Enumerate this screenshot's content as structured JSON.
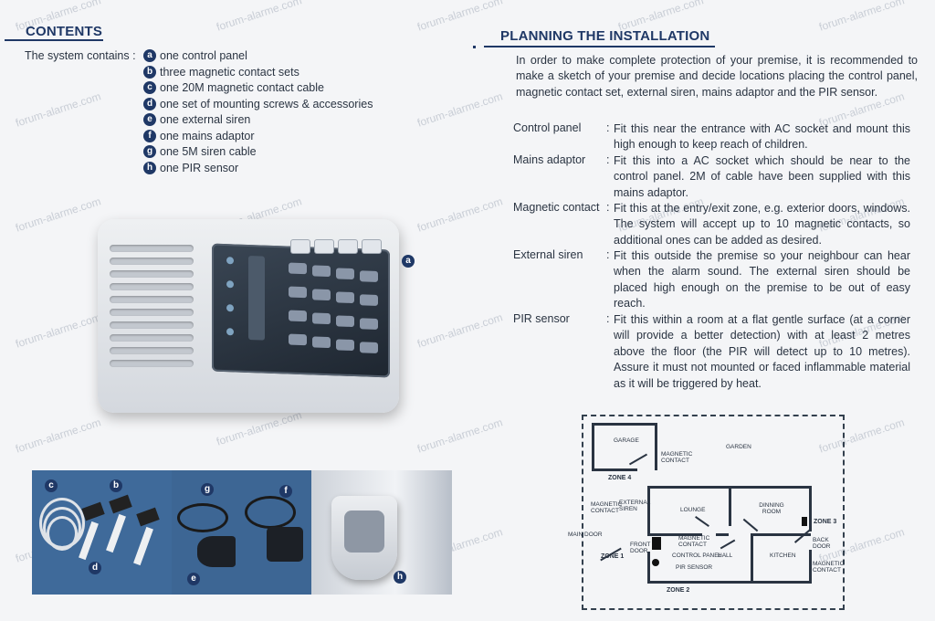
{
  "watermark": "forum-alarme.com",
  "contents": {
    "heading": "CONTENTS",
    "label": "The system contains :",
    "items": [
      {
        "letter": "a",
        "text": "one control panel"
      },
      {
        "letter": "b",
        "text": "three magnetic contact sets"
      },
      {
        "letter": "c",
        "text": "one 20M magnetic contact cable"
      },
      {
        "letter": "d",
        "text": "one set of mounting screws & accessories"
      },
      {
        "letter": "e",
        "text": "one external siren"
      },
      {
        "letter": "f",
        "text": "one mains adaptor"
      },
      {
        "letter": "g",
        "text": "one 5M siren cable"
      },
      {
        "letter": "h",
        "text": "one PIR sensor"
      }
    ],
    "panel_callout": "a",
    "photo_callouts": [
      "c",
      "b",
      "d",
      "g",
      "f",
      "e",
      "h"
    ]
  },
  "planning": {
    "heading": "PLANNING THE INSTALLATION",
    "intro": "In order to make complete protection of your premise, it is recommended to make a sketch of your premise and decide locations placing the control panel, magnetic contact set, external siren, mains adaptor and the PIR sensor.",
    "entries": [
      {
        "term": "Control panel",
        "text": "Fit this near the entrance with AC socket and mount this high enough to keep reach of children."
      },
      {
        "term": "Mains adaptor",
        "text": "Fit this into a AC socket which should be near to the control panel. 2M of cable have been supplied with this mains adaptor."
      },
      {
        "term": "Magnetic contact",
        "text": "Fit this at the entry/exit zone, e.g. exterior doors, windows. The system will accept up to 10 magnetic contacts, so additional ones can be added as desired."
      },
      {
        "term": "External siren",
        "text": "Fit this outside the premise so your neighbour can hear when the alarm sound. The external siren should be placed high enough on the premise to be out of easy reach."
      },
      {
        "term": "PIR sensor",
        "text": "Fit this within a room at a flat gentle surface (at a corner will provide a better detection) with at least 2 metres above the floor (the PIR will detect up to 10 metres). Assure it must not mounted or faced inflammable material as it will be triggered by heat."
      }
    ]
  },
  "floorplan": {
    "garage": "GARAGE",
    "garden": "GARDEN",
    "magnetic_contact": "MAGNETIC CONTACT",
    "external_siren": "EXTERNAL SIREN",
    "lounge": "LOUNGE",
    "dinning_room": "DINNING ROOM",
    "main_door": "MAIN DOOR",
    "front_door": "FRONT DOOR",
    "control_panel": "CONTROL PANEL",
    "hall": "HALL",
    "pir_sensor": "PIR SENSOR",
    "kitchen": "KITCHEN",
    "back_door": "BACK DOOR",
    "zone1": "ZONE 1",
    "zone2": "ZONE 2",
    "zone3": "ZONE 3",
    "zone4": "ZONE 4"
  }
}
